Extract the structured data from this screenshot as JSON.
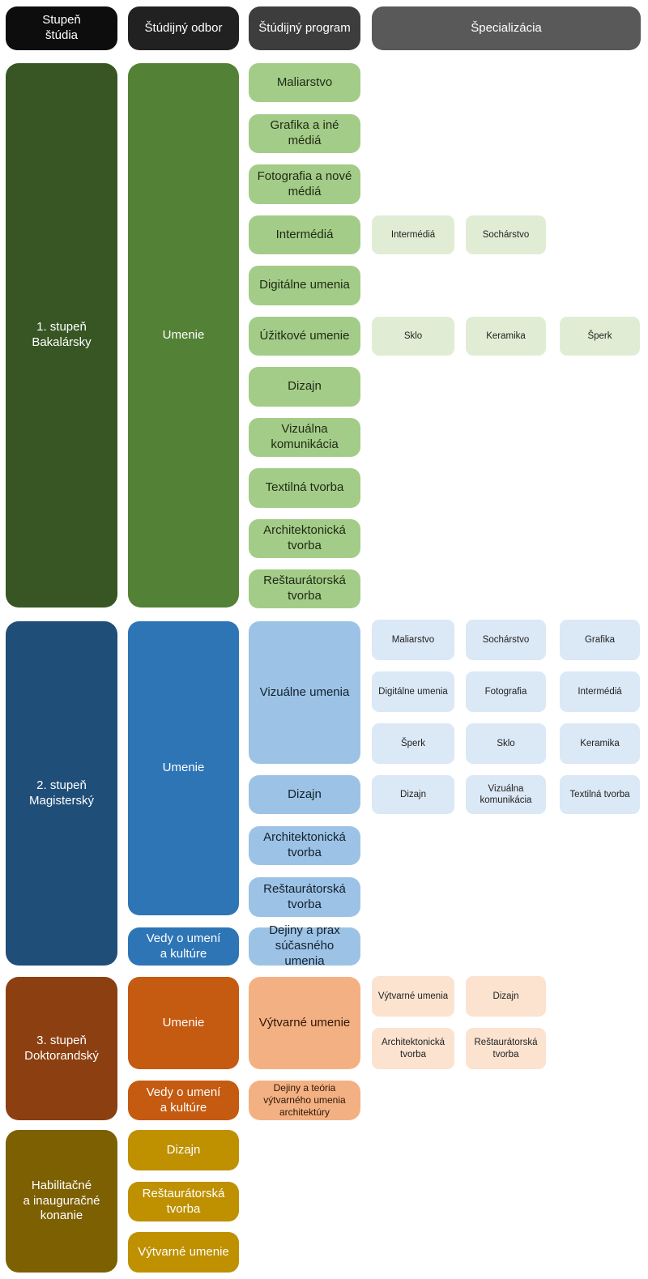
{
  "palette": {
    "header_level": "#0d0d0d",
    "header_field": "#212121",
    "header_program": "#3d3d3d",
    "header_specialization": "#595959",
    "green_dark": "#375623",
    "green_mid": "#538135",
    "green_program": "#a3cc88",
    "green_specialization": "#e0edd4",
    "blue_dark": "#1f4e79",
    "blue_mid": "#2e75b6",
    "blue_program": "#9cc3e5",
    "blue_specialization": "#dbe8f5",
    "orange_dark": "#8c3f10",
    "orange_mid": "#c55a11",
    "orange_program": "#f3b183",
    "orange_specialization": "#fbe3d0",
    "gold_dark": "#7d6002",
    "gold_mid": "#bf9000"
  },
  "headers": {
    "level": "Stupeň\nštúdia",
    "field": "Štúdijný odbor",
    "program": "Štúdijný program",
    "specialization": "Špecializácia"
  },
  "sections": {
    "bachelor": {
      "level": "1. stupeň\nBakalársky",
      "field": "Umenie",
      "programs": [
        "Maliarstvo",
        "Grafika a iné médiá",
        "Fotografia a nové médiá",
        "Intermédiá",
        "Digitálne umenia",
        "Úžitkové umenie",
        "Dizajn",
        "Vizuálna komunikácia",
        "Textilná tvorba",
        "Architektonická tvorba",
        "Reštaurátorská tvorba"
      ],
      "spec_rows": [
        [
          "Intermédiá",
          "Sochárstvo"
        ],
        [
          "Sklo",
          "Keramika",
          "Šperk"
        ]
      ]
    },
    "master": {
      "level": "2. stupeň\nMagisterský",
      "fields": [
        "Umenie",
        "Vedy o umení\na kultúre"
      ],
      "programs": [
        "Vizuálne umenia",
        "Dizajn",
        "Architektonická tvorba",
        "Reštaurátorská tvorba",
        "Dejiny a prax súčasného umenia"
      ],
      "spec_rows": [
        [
          "Maliarstvo",
          "Sochárstvo",
          "Grafika"
        ],
        [
          "Digitálne umenia",
          "Fotografia",
          "Intermédiá"
        ],
        [
          "Šperk",
          "Sklo",
          "Keramika"
        ],
        [
          "Dizajn",
          "Vizuálna komunikácia",
          "Textilná tvorba"
        ]
      ]
    },
    "doctoral": {
      "level": "3. stupeň\nDoktorandský",
      "fields": [
        "Umenie",
        "Vedy o umení\na kultúre"
      ],
      "programs": [
        "Výtvarné umenie",
        "Dejiny a teória výtvarného umenia architektúry"
      ],
      "spec_rows": [
        [
          "Výtvarné umenia",
          "Dizajn"
        ],
        [
          "Architektonická tvorba",
          "Reštaurátorská tvorba"
        ]
      ]
    },
    "habilitation": {
      "level": "Habilitačné\na inauguračné\nkonanie",
      "items": [
        "Dizajn",
        "Reštaurátorská tvorba",
        "Výtvarné umenie"
      ]
    }
  }
}
